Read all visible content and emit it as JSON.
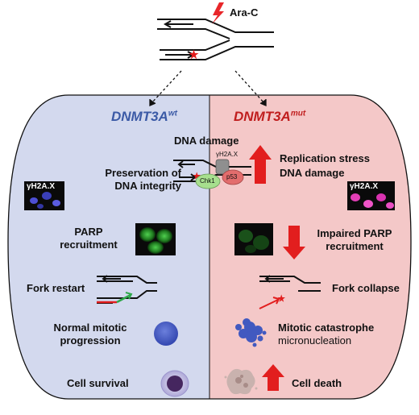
{
  "drug": "Ara-C",
  "wt_heading": "DNMT3A",
  "wt_sup": "wt",
  "mut_heading": "DNMT3A",
  "mut_sup": "mut",
  "dna_damage": "DNA damage",
  "gh2ax_small": "γH2A.X",
  "chk1": "Chk1",
  "p53": "p53",
  "micro_label_left": "γH2A.X",
  "micro_label_right": "γH2A.X",
  "wt": {
    "integrity_1": "Preservation of",
    "integrity_2": "DNA integrity",
    "parp_1": "PARP",
    "parp_2": "recruitment",
    "fork": "Fork restart",
    "mitotic_1": "Normal mitotic",
    "mitotic_2": "progression",
    "survival": "Cell survival"
  },
  "mut": {
    "stress_1": "Replication stress",
    "stress_2": "DNA damage",
    "parp_1": "Impaired PARP",
    "parp_2": "recruitment",
    "fork": "Fork collapse",
    "mitotic_1": "Mitotic catastrophe",
    "mitotic_2": "micronucleation",
    "death": "Cell death"
  },
  "colors": {
    "wt_panel": "#d3d9ee",
    "mut_panel": "#f4c8c8",
    "wt_title": "#3b5aa6",
    "mut_title": "#c01e1e",
    "arrow_red": "#e21e1e",
    "lightning": "#e8262a",
    "nucleus_blue": "#4a5fc1",
    "parp_green": "#3fae3f",
    "magenta": "#e23fb6"
  }
}
